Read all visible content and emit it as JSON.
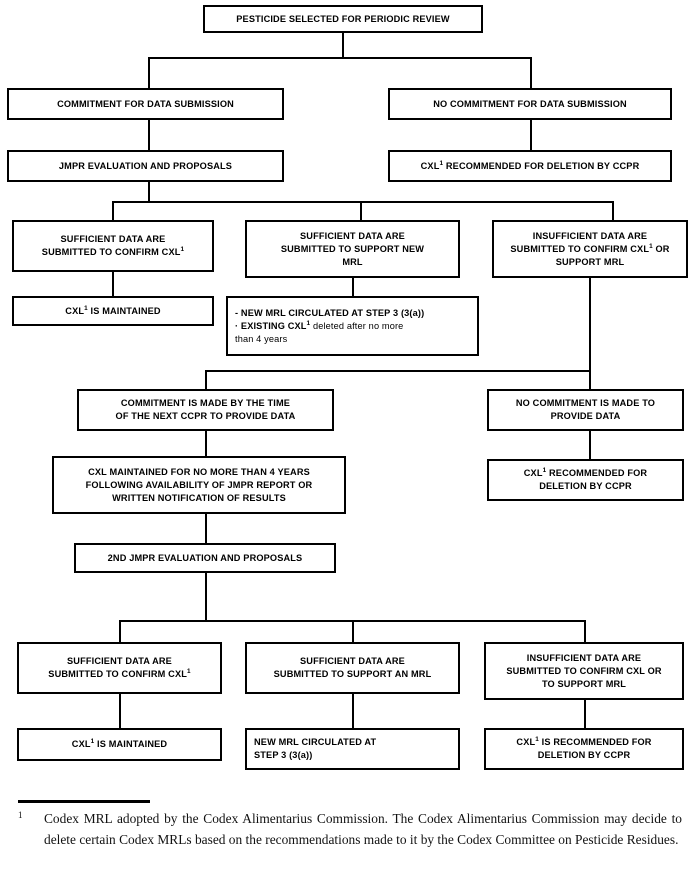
{
  "document": {
    "title": "Pesticide Periodic Review Flowchart"
  },
  "nodes": {
    "root": "PESTICIDE SELECTED FOR PERIODIC REVIEW",
    "commitment": "COMMITMENT FOR DATA SUBMISSION",
    "no_commitment": "NO COMMITMENT FOR DATA SUBMISSION",
    "jmpr_eval": "JMPR EVALUATION AND PROPOSALS",
    "cxl_deletion_ccpr": "RECOMMENDED FOR DELETION BY CCPR",
    "cxl_deletion_ccpr_prefix": "CXL",
    "suff_confirm": "SUFFICIENT DATA ARE SUBMITTED TO CONFIRM CXL",
    "suff_confirm_l1": "SUFFICIENT DATA ARE",
    "suff_confirm_l2_pre": "SUBMITTED TO CONFIRM CXL",
    "suff_support_new_l1": "SUFFICIENT DATA ARE",
    "suff_support_new_l2": "SUBMITTED TO SUPPORT NEW",
    "suff_support_new_l3": "MRL",
    "insuff_l1": "INSUFFICIENT DATA ARE",
    "insuff_l2_pre": "SUBMITTED TO CONFIRM CXL",
    "insuff_l2_post": " OR",
    "insuff_l3": "SUPPORT MRL",
    "cxl_maintained_pre": "CXL",
    "cxl_maintained_post": " IS MAINTAINED",
    "new_mrl_bullet1": "- NEW MRL CIRCULATED AT STEP 3 (3(a))",
    "new_mrl_bullet2_pre": "· EXISTING CXL",
    "new_mrl_bullet2_post": " deleted after no more",
    "new_mrl_bullet3": "than 4 years",
    "commitment_time_l1": "COMMITMENT IS MADE BY THE TIME",
    "commitment_time_l2": "OF THE NEXT CCPR TO PROVIDE DATA",
    "no_commitment_provide_l1": "NO COMMITMENT IS MADE TO",
    "no_commitment_provide_l2": "PROVIDE DATA",
    "cxl_maintained_4y_l1": "CXL MAINTAINED FOR NO MORE THAN 4 YEARS",
    "cxl_maintained_4y_l2": "FOLLOWING AVAILABILITY OF JMPR REPORT OR",
    "cxl_maintained_4y_l3": "WRITTEN NOTIFICATION OF RESULTS",
    "cxl_rec_del_l1_pre": "CXL",
    "cxl_rec_del_l1_post": " RECOMMENDED FOR",
    "cxl_rec_del_l2": "DELETION BY CCPR",
    "jmpr_2nd": "2ND JMPR EVALUATION AND PROPOSALS",
    "b_suff_confirm_l1": "SUFFICIENT DATA ARE",
    "b_suff_confirm_l2_pre": "SUBMITTED TO CONFIRM CXL",
    "b_suff_support_l1": "SUFFICIENT DATA ARE",
    "b_suff_support_l2": "SUBMITTED TO SUPPORT AN MRL",
    "b_insuff_l1": "INSUFFICIENT DATA ARE",
    "b_insuff_l2": "SUBMITTED TO CONFIRM CXL OR",
    "b_insuff_l3": "TO SUPPORT MRL",
    "b_cxl_maintained_pre": "CXL",
    "b_cxl_maintained_post": " IS MAINTAINED",
    "b_new_mrl_l1": "NEW MRL CIRCULATED AT",
    "b_new_mrl_l2": "STEP 3 (3(a))",
    "b_cxl_rec_del_l1_pre": "CXL",
    "b_cxl_rec_del_l1_post": " IS RECOMMENDED FOR",
    "b_cxl_rec_del_l2": "DELETION BY CCPR",
    "superscript_one": "1"
  },
  "footnote": {
    "marker": "1",
    "text": "Codex MRL adopted by the Codex Alimentarius Commission.   The Codex Alimentarius Commission may decide to delete certain Codex MRLs based on the recommendations made to it by the Codex Committee on Pesticide Residues."
  },
  "colors": {
    "line": "#000000",
    "box_fill": "#ffffff",
    "text": "#000000"
  }
}
